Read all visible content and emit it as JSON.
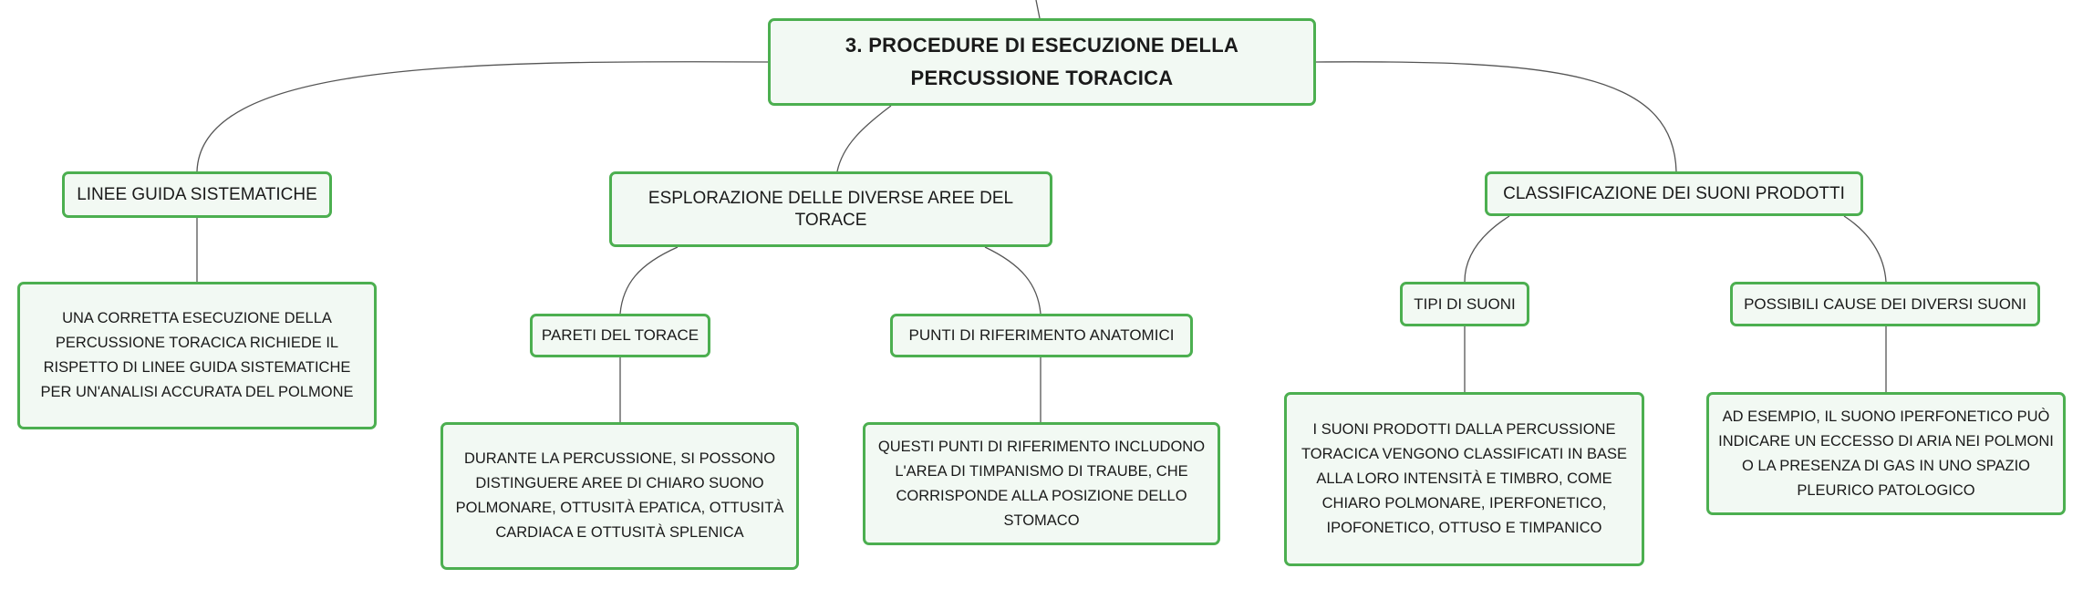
{
  "root": {
    "title": "3. PROCEDURE DI ESECUZIONE DELLA PERCUSSIONE TORACICA"
  },
  "branches": {
    "linee_guida": {
      "label": "LINEE GUIDA SISTEMATICHE",
      "detail": "UNA CORRETTA ESECUZIONE DELLA PERCUSSIONE TORACICA RICHIEDE IL RISPETTO DI LINEE GUIDA SISTEMATICHE PER UN'ANALISI ACCURATA DEL POLMONE"
    },
    "esplorazione": {
      "label": "ESPLORAZIONE DELLE DIVERSE AREE DEL TORACE",
      "pareti": {
        "label": "PARETI DEL TORACE",
        "detail": "DURANTE LA PERCUSSIONE, SI POSSONO DISTINGUERE AREE DI CHIARO SUONO POLMONARE, OTTUSITÀ EPATICA, OTTUSITÀ CARDIACA E OTTUSITÀ SPLENICA"
      },
      "punti": {
        "label": "PUNTI DI RIFERIMENTO ANATOMICI",
        "detail": "QUESTI PUNTI DI RIFERIMENTO INCLUDONO L'AREA DI TIMPANISMO DI TRAUBE, CHE CORRISPONDE ALLA POSIZIONE DELLO STOMACO"
      }
    },
    "classificazione": {
      "label": "CLASSIFICAZIONE DEI SUONI PRODOTTI",
      "tipi": {
        "label": "TIPI DI SUONI",
        "detail": "I SUONI PRODOTTI DALLA PERCUSSIONE TORACICA VENGONO CLASSIFICATI IN BASE ALLA LORO INTENSITÀ E TIMBRO, COME CHIARO POLMONARE, IPERFONETICO, IPOFONETICO, OTTUSO E TIMPANICO"
      },
      "cause": {
        "label": "POSSIBILI CAUSE DEI DIVERSI SUONI",
        "detail": "AD ESEMPIO, IL SUONO IPERFONETICO PUÒ INDICARE UN ECCESSO DI ARIA NEI POLMONI O LA PRESENZA DI GAS IN UNO SPAZIO PLEURICO PATOLOGICO"
      }
    }
  },
  "colors": {
    "node_border": "#4caf50",
    "node_fill": "#f2f9f3",
    "connector": "#555555"
  }
}
